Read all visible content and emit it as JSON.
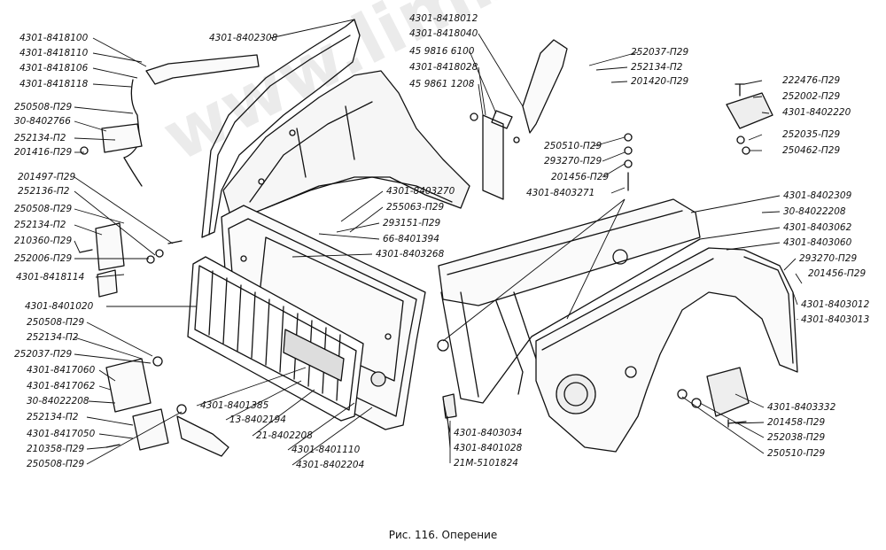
{
  "caption": "Рис. 116. Оперение",
  "watermark": "www.limbron-tool.kz",
  "colors": {
    "ink": "#111111",
    "paper": "#ffffff"
  },
  "labels": {
    "hose_clamp_top": "4301-8418100",
    "hose_clamp_2": "4301-8418110",
    "hose_clamp_3": "4301-8418106",
    "hose_clamp_4": "4301-8418118",
    "bolt_250508_a": "250508-П29",
    "bracket_8402766": "30-8402766",
    "nut_252134_a": "252134-П2",
    "bolt_201416": "201416-П29",
    "bolt_201497": "201497-П29",
    "nut_252136": "252136-П2",
    "bolt_250508_b": "250508-П29",
    "nut_252134_b": "252134-П2",
    "bolt_210360": "210360-П29",
    "nut_252006": "252006-П29",
    "bracket_8418114": "4301-8418114",
    "grille_8401020": "4301-8401020",
    "bolt_250508_c": "250508-П29",
    "nut_252134_c": "252134-П2",
    "nut_252037_a": "252037-П29",
    "hinge_8417060": "4301-8417060",
    "hinge_8417062": "4301-8417062",
    "bracket_84022208": "30-84022208",
    "nut_252134_d": "252134-П2",
    "hinge_8417050": "4301-8417050",
    "bolt_210358": "210358-П29",
    "bolt_250508_d": "250508-П29",
    "hood_8402308": "4301-8402308",
    "latch_8418012": "4301-8418012",
    "latch_8418040": "4301-8418040",
    "part_8166100": "45 9816 6100",
    "latch_8418028": "4301-8418028",
    "part_98611208": "45 9861 1208",
    "nut_252037_b": "252037-П29",
    "nut_252134_e": "252134-П2",
    "bolt_201420": "201420-П29",
    "bolt_222476": "222476-П29",
    "nut_252002": "252002-П29",
    "bracket_8402220": "4301-8402220",
    "nut_252035": "252035-П29",
    "nut_250462": "250462-П29",
    "nut_250510_a": "250510-П29",
    "washer_293270_a": "293270-П29",
    "bolt_201456_a": "201456-П29",
    "panel_8403271": "4301-8403271",
    "panel_8403270": "4301-8403270",
    "seal_255063": "255063-П29",
    "nut_293151": "293151-П29",
    "seal_8401394": "66-8401394",
    "panel_8403268": "4301-8403268",
    "fender_8402309": "4301-8402309",
    "bracket_84022208_b": "30-84022208",
    "fender_8403062": "4301-8403062",
    "fender_8403060": "4301-8403060",
    "washer_293270_b": "293270-П29",
    "bolt_201456_b": "201456-П29",
    "fender_8403012": "4301-8403012",
    "fender_8403013": "4301-8403013",
    "grille_8401385": "4301-8401385",
    "emblem_8402194": "13-8402194",
    "emblem_8402208": "21-8402208",
    "frame_8401110": "4301-8401110",
    "panel_8402204": "4301-8402204",
    "panel_8403034": "4301-8403034",
    "panel_8401028": "4301-8401028",
    "lamp_5101824": "21М-5101824",
    "plate_8403332": "4301-8403332",
    "bolt_201458": "201458-П29",
    "nut_252038": "252038-П29",
    "nut_250510_b": "250510-П29"
  }
}
